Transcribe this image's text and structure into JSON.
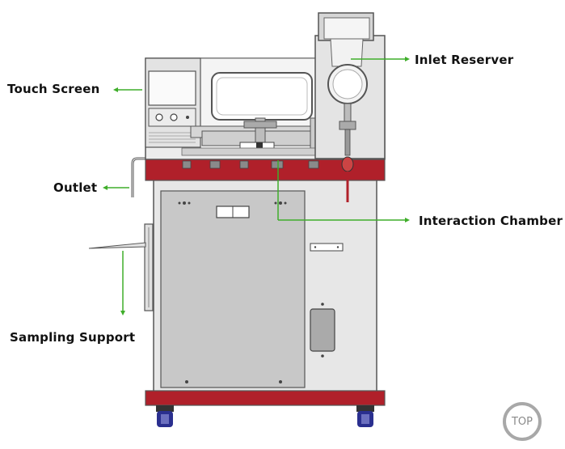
{
  "labels": {
    "touch_screen": "Touch Screen",
    "outlet": "Outlet",
    "sampling_support": "Sampling Support",
    "inlet_reserver": "Inlet Reserver",
    "interaction_chamber": "Interaction Chamber"
  },
  "top_button": "TOP",
  "colors": {
    "leader_line": "#3fae2a",
    "red_band": "#b0202a",
    "body_gray": "#e6e6e6",
    "panel_gray": "#c6c6c6",
    "wheel_blue": "#2a2f8f"
  }
}
